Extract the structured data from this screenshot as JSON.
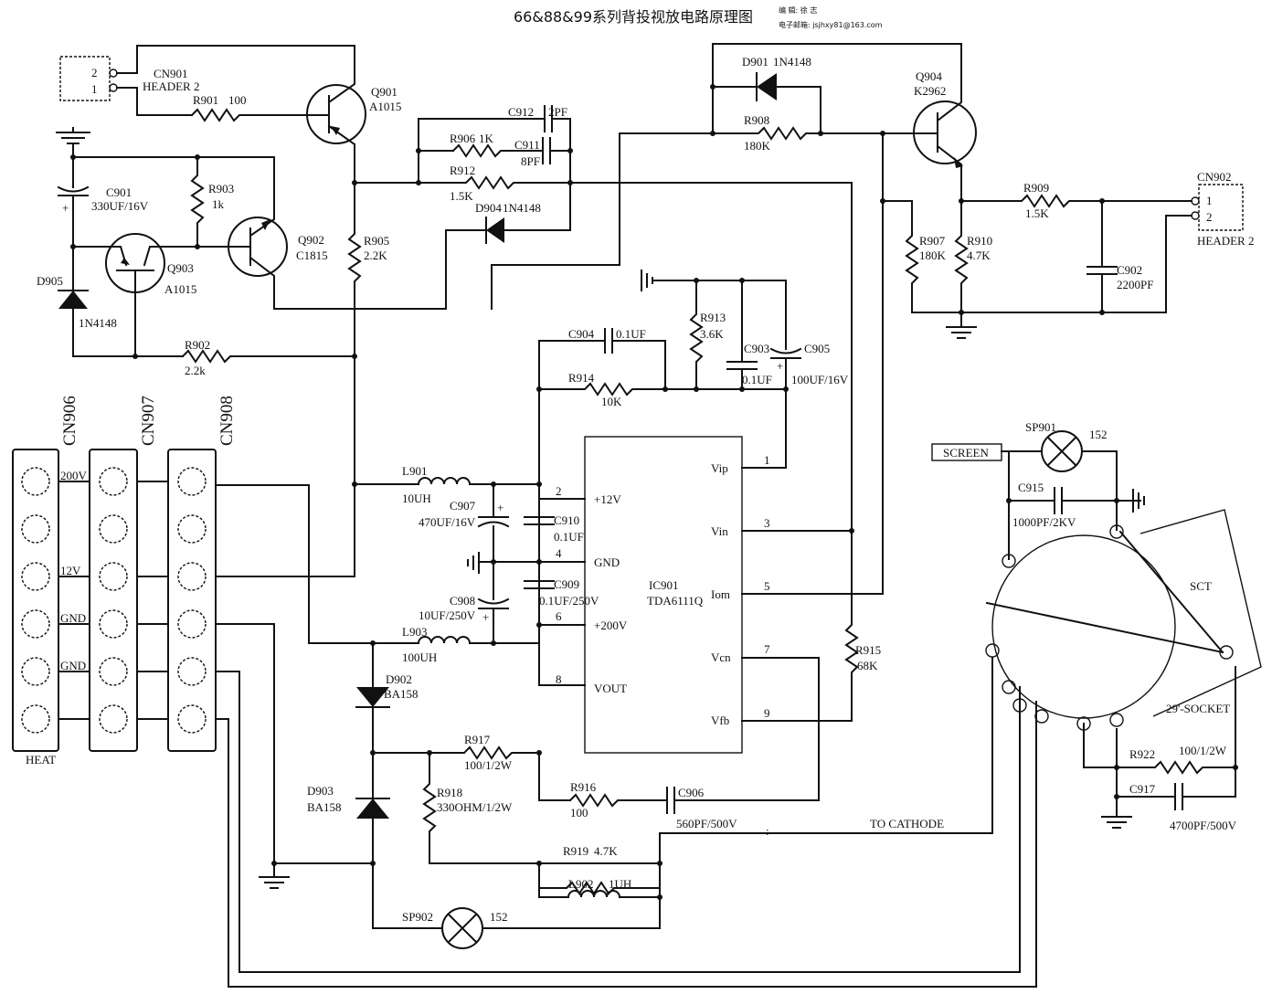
{
  "header": {
    "title": "66&88&99系列背投视放电路原理图",
    "editor": "编  辑: 徐 志",
    "email": "电子邮箱: jsjhxy81@163.com"
  },
  "labels": {
    "CN901": "CN901",
    "CN901_type": "HEADER 2",
    "CN901_p2": "2",
    "CN901_p1": "1",
    "CN902": "CN902",
    "CN902_type": "HEADER 2",
    "CN902_p1": "1",
    "CN902_p2": "2",
    "R901": "R901",
    "R901_v": "100",
    "Q901": "Q901",
    "Q901_v": "A1015",
    "Q902": "Q902",
    "Q902_v": "C1815",
    "Q903": "Q903",
    "Q903_v": "A1015",
    "Q904": "Q904",
    "Q904_v": "K2962",
    "C901": "C901",
    "C901_v": "330UF/16V",
    "R903": "R903",
    "R903_v": "1k",
    "D905": "D905",
    "D905_v": "1N4148",
    "R902": "R902",
    "R902_v": "2.2k",
    "R905": "R905",
    "R905_v": "2.2K",
    "C912": "C912",
    "C912_v": "2PF",
    "R906": "R906",
    "R906_v": "1K",
    "C911": "C911",
    "C911_v": "8PF",
    "R912": "R912",
    "R912_v": "1.5K",
    "D904": "D904",
    "D904_v": "1N4148",
    "D901": "D901",
    "D901_v": "1N4148",
    "R908": "R908",
    "R908_v": "180K",
    "R907": "R907",
    "R907_v": "180K",
    "R910": "R910",
    "R910_v": "4.7K",
    "R909": "R909",
    "R909_v": "1.5K",
    "C902": "C902",
    "C902_v": "2200PF",
    "C904": "C904",
    "C904_v": "0.1UF",
    "R913": "R913",
    "R913_v": "3.6K",
    "C903": "C903",
    "C903_v": "0.1UF",
    "C905": "C905",
    "C905_v": "100UF/16V",
    "R914": "R914",
    "R914_v": "10K",
    "CN906": "CN906",
    "CN907": "CN907",
    "CN908": "CN908",
    "HEAT": "HEAT",
    "n200V": "200V",
    "n12V": "12V",
    "GND1": "GND",
    "GND2": "GND",
    "L901": "L901",
    "L901_v": "10UH",
    "C907": "C907",
    "C907_v": "470UF/16V",
    "C910": "C910",
    "C910_v": "0.1UF",
    "C908": "C908",
    "C908_v": "10UF/250V",
    "C909": "C909",
    "C909_v": "0.1UF/250V",
    "L903": "L903",
    "L903_v": "100UH",
    "D902": "D902",
    "D902_v": "BA158",
    "D903": "D903",
    "D903_v": "BA158",
    "R917": "R917",
    "R917_v": "100/1/2W",
    "R918": "R918",
    "R918_v": "330OHM/1/2W",
    "R916": "R916",
    "R916_v": "100",
    "C906": "C906",
    "C906_v": "560PF/500V",
    "R919": "R919",
    "R919_v": "4.7K",
    "L902": "L902",
    "L902_v": "1UH",
    "SP902": "SP902",
    "SP902_v": "152",
    "SP901": "SP901",
    "SP901_v": "152",
    "C915": "C915",
    "C915_v": "1000PF/2KV",
    "R915": "R915",
    "R915_v": "68K",
    "SCREEN": "SCREEN",
    "SCT": "SCT",
    "SOCKET": "29'-SOCKET",
    "R922": "R922",
    "R922_v": "100/1/2W",
    "C917": "C917",
    "C917_v": "4700PF/500V",
    "TO_CATHODE": "TO CATHODE",
    "IC901": "IC901",
    "IC901_v": "TDA6111Q",
    "pin_12V": "+12V",
    "pin_GND": "GND",
    "pin_200V": "+200V",
    "pin_VOUT": "VOUT",
    "pin_Vip": "Vip",
    "pin_Vin": "Vin",
    "pin_Iom": "Iom",
    "pin_Vcn": "Vcn",
    "pin_Vfb": "Vfb",
    "p1": "1",
    "p2": "2",
    "p3": "3",
    "p4": "4",
    "p5": "5",
    "p6": "6",
    "p7": "7",
    "p8": "8",
    "p9": "9",
    "plus1": "+",
    "plus2": "+",
    "plus3": "+",
    "plus4": "+"
  }
}
